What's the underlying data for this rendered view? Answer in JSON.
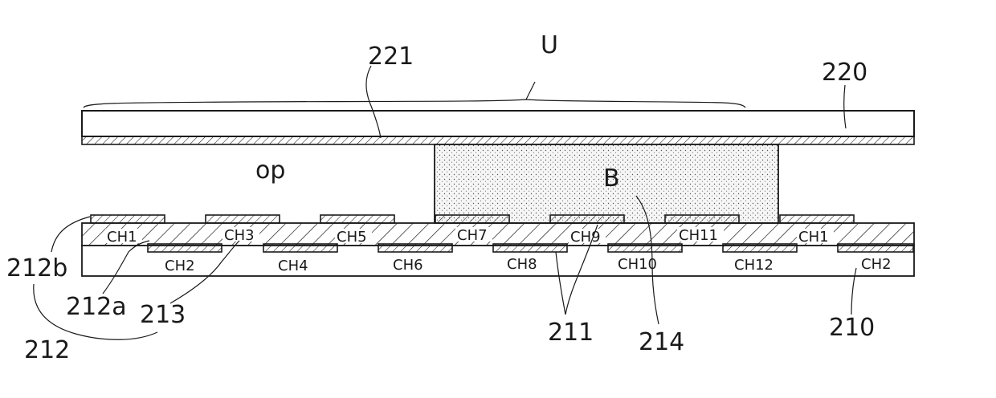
{
  "colors": {
    "ink": "#1a1a1a",
    "background": "#ffffff",
    "dot_fill": "#f3f3f3"
  },
  "labels": {
    "u": "U",
    "n221": "221",
    "n220": "220",
    "op": "op",
    "b": "B",
    "n212b": "212b",
    "n212a": "212a",
    "n213": "213",
    "n212": "212",
    "n211": "211",
    "n214": "214",
    "n210": "210"
  },
  "upper_channels": [
    "CH1",
    "CH3",
    "CH5",
    "CH7",
    "CH9",
    "CH11",
    "CH1"
  ],
  "lower_channels": [
    "CH2",
    "CH4",
    "CH6",
    "CH8",
    "CH10",
    "CH12",
    "CH2"
  ]
}
